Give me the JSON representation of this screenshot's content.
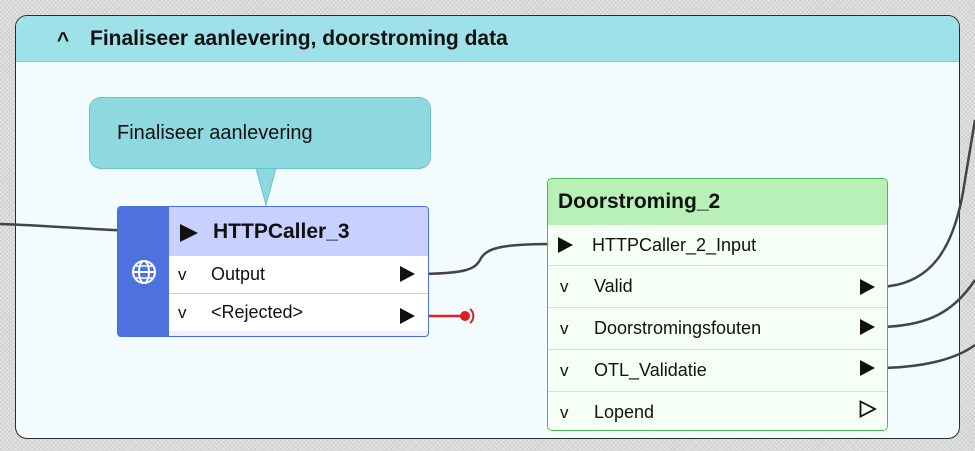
{
  "bookmark": {
    "title": "Finaliseer aanlevering, doorstroming data",
    "caret": "^"
  },
  "annotation": {
    "text": "Finaliseer aanlevering"
  },
  "httpcaller": {
    "name": "HTTPCaller_3",
    "icon": "globe-icon",
    "outputs": [
      {
        "label": "Output",
        "chevron": "v"
      },
      {
        "label": "<Rejected>",
        "chevron": "v"
      }
    ]
  },
  "custom_transformer": {
    "name": "Doorstroming_2",
    "input": "HTTPCaller_2_Input",
    "outputs": [
      {
        "label": "Valid",
        "chevron": "v",
        "connected": true
      },
      {
        "label": "Doorstromingsfouten",
        "chevron": "v",
        "connected": true
      },
      {
        "label": "OTL_Validatie",
        "chevron": "v",
        "connected": true
      },
      {
        "label": "Lopend",
        "chevron": "v",
        "connected": false
      }
    ]
  },
  "colors": {
    "bookmark_header": "#9fe1e8",
    "bookmark_body": "#f2fbfd",
    "annotation": "#8ed9df",
    "transformer_blue": "#4d72de",
    "custom_green": "#b8f0b8",
    "rejected_wire": "#e02020"
  }
}
